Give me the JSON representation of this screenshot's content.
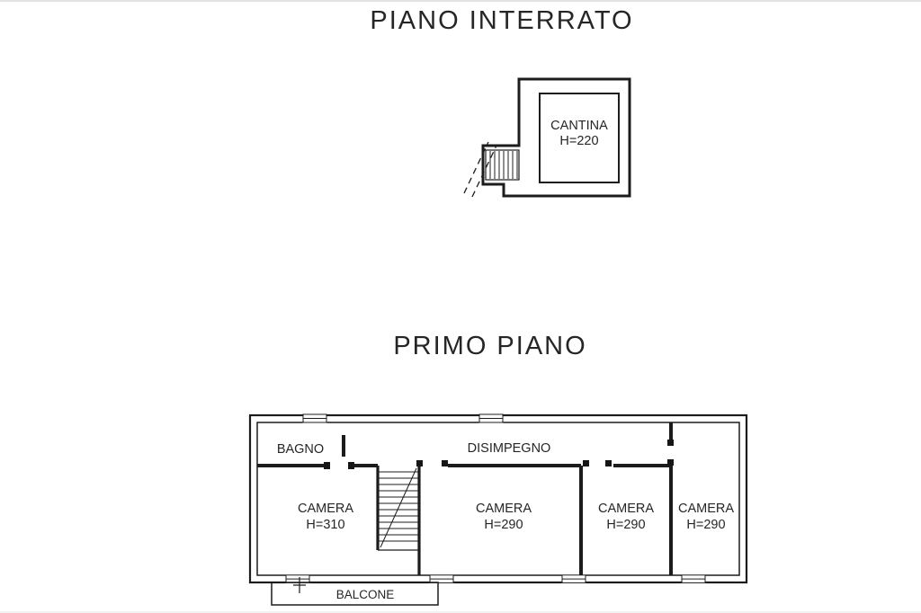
{
  "page": {
    "background": "#ffffff",
    "line_color": "#1c1c1c",
    "text_color": "#262626"
  },
  "basement": {
    "title": "PIANO INTERRATO",
    "cantina": {
      "name": "CANTINA",
      "height": "H=220"
    }
  },
  "first_floor": {
    "title": "PRIMO PIANO",
    "bagno": {
      "name": "BAGNO"
    },
    "disimpegno": {
      "name": "DISIMPEGNO"
    },
    "camera_1": {
      "name": "CAMERA",
      "height": "H=310"
    },
    "camera_2": {
      "name": "CAMERA",
      "height": "H=290"
    },
    "camera_3": {
      "name": "CAMERA",
      "height": "H=290"
    },
    "camera_4": {
      "name": "CAMERA",
      "height": "H=290"
    },
    "balcone": {
      "name": "BALCONE"
    }
  }
}
